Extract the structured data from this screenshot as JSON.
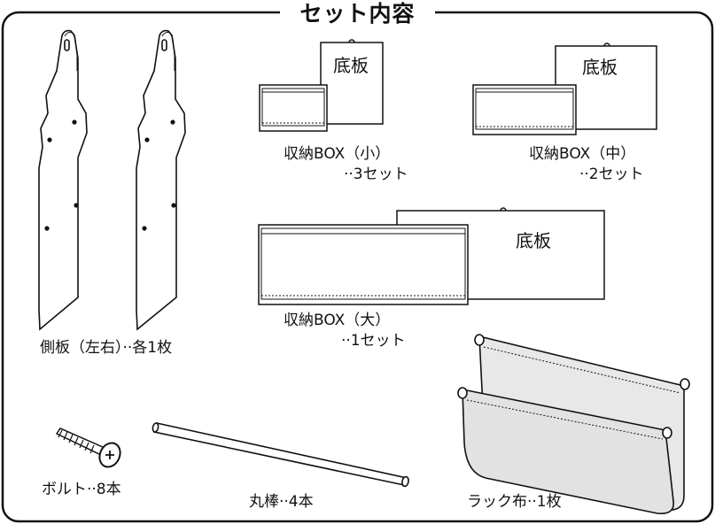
{
  "title": "セット内容",
  "parts": {
    "side_panels": {
      "label": "側板（左右）··各1枚"
    },
    "box_small": {
      "label": "収納BOX（小）",
      "qty": "··3セット",
      "bottom": "底板"
    },
    "box_medium": {
      "label": "収納BOX（中）",
      "qty": "··2セット",
      "bottom": "底板"
    },
    "box_large": {
      "label": "収納BOX（大）",
      "qty": "··1セット",
      "bottom": "底板"
    },
    "bolt": {
      "label": "ボルト··8本"
    },
    "rod": {
      "label": "丸棒··4本"
    },
    "rack_cloth": {
      "label": "ラック布··1枚"
    }
  },
  "colors": {
    "line": "#111111",
    "cloth": "#e6e6e6",
    "paper": "#ffffff"
  }
}
